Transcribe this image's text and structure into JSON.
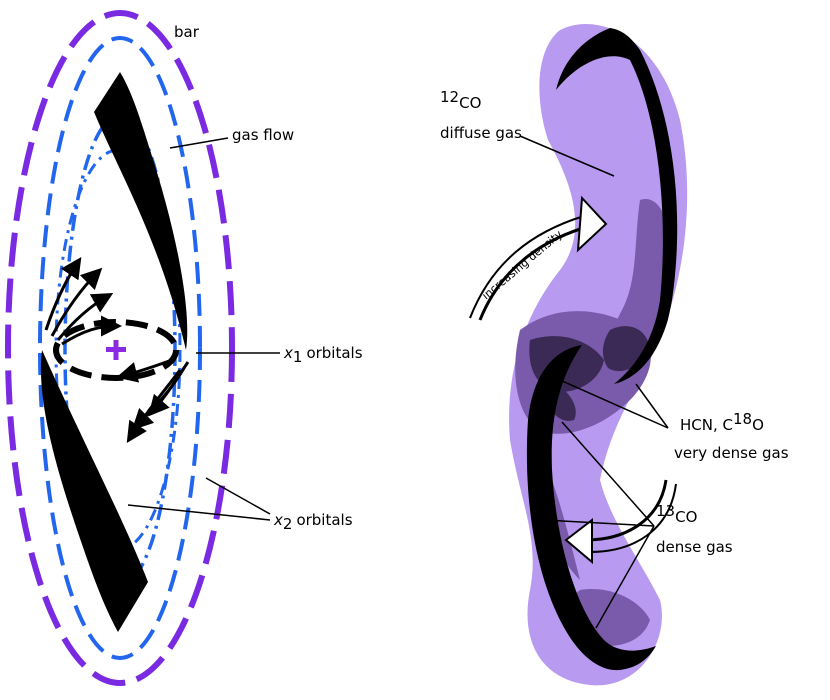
{
  "left_panel": {
    "labels": {
      "bar": "bar",
      "gas_flow": "gas flow",
      "x1_symbol": "x",
      "x1_sub": "1",
      "x1_text": "orbitals",
      "x2_symbol": "x",
      "x2_sub": "2",
      "x2_text": "orbitals"
    }
  },
  "right_panel": {
    "labels": {
      "co12_sup": "12",
      "co12_base": "CO",
      "co12_desc": "diffuse gas",
      "density_arrow": "increasing density",
      "hcn_prefix": "HCN, C",
      "hcn_sup": "18",
      "hcn_suffix": "O",
      "hcn_desc": "very dense gas",
      "co13_sup": "13",
      "co13_base": "CO",
      "co13_desc": "dense gas"
    }
  },
  "colors": {
    "bar_outline": "#7a2ae0",
    "x1_orbit": "#2266ee",
    "x2_orbit": "#2266ee",
    "center_marker": "#8a2be2",
    "gas_lane": "#000000",
    "diffuse_gas": "#b89af0",
    "dense_gas": "#7a5aaa",
    "very_dense_gas": "#3a2a55"
  }
}
